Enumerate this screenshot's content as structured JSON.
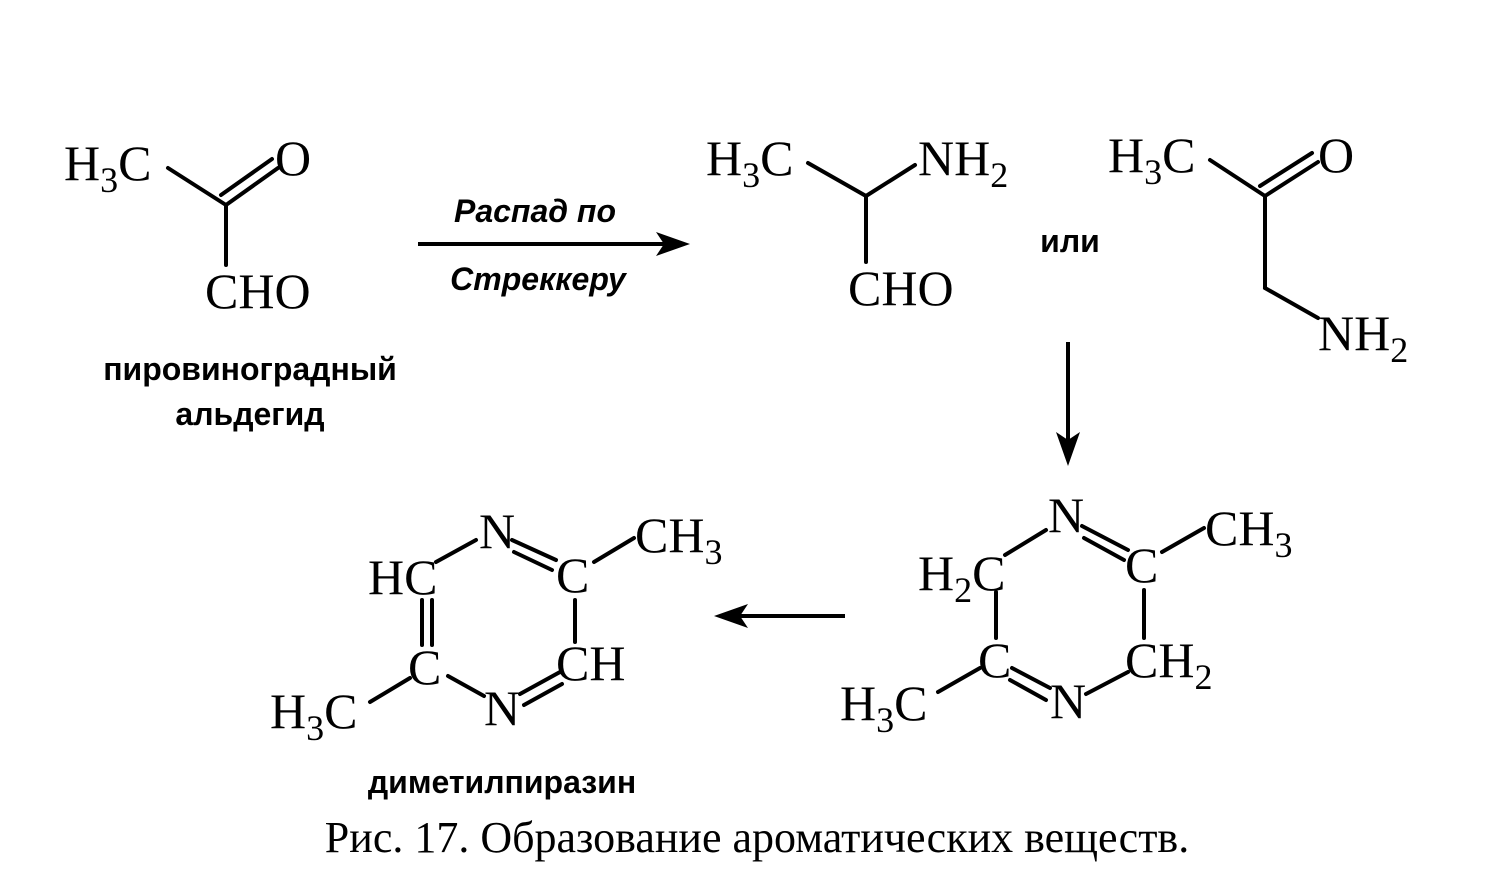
{
  "pyruvaldehyde": {
    "h3c_main": "H",
    "h3c_sub": "3",
    "h3c_tail": "C",
    "o": "O",
    "cho": "CHO",
    "name_line1": "пировиноградный",
    "name_line2": "альдегид"
  },
  "reaction_arrow": {
    "cond_top": "Распад по",
    "cond_bottom": "Стреккеру"
  },
  "aminopropanal": {
    "h3c_main": "H",
    "h3c_sub": "3",
    "h3c_tail": "C",
    "nh_main": "NH",
    "nh_sub": "2",
    "cho": "CHO"
  },
  "or_word": "или",
  "aminoacetone": {
    "h3c_main": "H",
    "h3c_sub": "3",
    "h3c_tail": "C",
    "o": "O",
    "nh_main": "NH",
    "nh_sub": "2"
  },
  "dihydropyrazine": {
    "n_top": "N",
    "c_right": "C",
    "ch3_main": "CH",
    "ch3_sub": "3",
    "h2c_main": "H",
    "h2c_sub": "2",
    "h2c_tail": "C",
    "c_left": "C",
    "ch2_main": "CH",
    "ch2_sub": "2",
    "h3c_main": "H",
    "h3c_sub": "3",
    "h3c_tail": "C",
    "n_bottom": "N"
  },
  "dimethylpyrazine": {
    "n_top": "N",
    "c_right": "C",
    "ch3_main": "CH",
    "ch3_sub": "3",
    "hc": "HC",
    "c_left": "C",
    "ch": "CH",
    "h3c_main": "H",
    "h3c_sub": "3",
    "h3c_tail": "C",
    "n_bottom": "N",
    "name": "диметилпиразин"
  },
  "caption": "Рис. 17. Образование ароматических веществ."
}
